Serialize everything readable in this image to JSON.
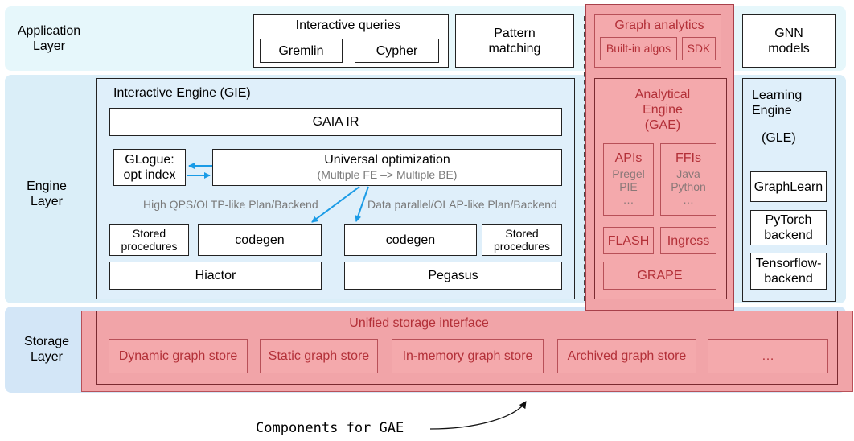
{
  "layers": {
    "application": "Application\nLayer",
    "engine": "Engine\nLayer",
    "storage": "Storage\nLayer"
  },
  "application": {
    "interactive_queries": "Interactive queries",
    "gremlin": "Gremlin",
    "cypher": "Cypher",
    "pattern_matching": "Pattern\nmatching",
    "graph_analytics": "Graph analytics",
    "builtin_algos": "Built-in algos",
    "sdk": "SDK",
    "gnn_models": "GNN\nmodels"
  },
  "gie": {
    "title": "Interactive Engine (GIE)",
    "gaia_ir": "GAIA IR",
    "glogue": "GLogue:\nopt index",
    "universal_opt": "Universal optimization",
    "universal_opt_sub": "(Multiple FE –> Multiple BE)",
    "high_qps": "High QPS/OLTP-like Plan/Backend",
    "data_parallel": "Data parallel/OLAP-like Plan/Backend",
    "stored_procedures_left": "Stored\nprocedures",
    "codegen_left": "codegen",
    "codegen_right": "codegen",
    "stored_procedures_right": "Stored\nprocedures",
    "hiactor": "Hiactor",
    "pegasus": "Pegasus"
  },
  "gae": {
    "title": "Analytical\nEngine\n(GAE)",
    "apis": "APIs",
    "apis_sub": "Pregel\nPIE\n…",
    "ffis": "FFIs",
    "ffis_sub": "Java\nPython\n…",
    "flash": "FLASH",
    "ingress": "Ingress",
    "grape": "GRAPE"
  },
  "gle": {
    "title": "Learning\nEngine",
    "subtitle": "(GLE)",
    "graphlearn": "GraphLearn",
    "pytorch": "PyTorch\nbackend",
    "tensorflow": "Tensorflow-\nbackend"
  },
  "storage": {
    "unified": "Unified storage interface",
    "dynamic": "Dynamic graph store",
    "static": "Static graph store",
    "in_memory": "In-memory graph store",
    "archived": "Archived graph store",
    "more": "…"
  },
  "caption": "Components for GAE",
  "colors": {
    "gae_highlight": "#f1a4a8",
    "gae_text": "#b33038",
    "arrow": "#1a9be6"
  }
}
